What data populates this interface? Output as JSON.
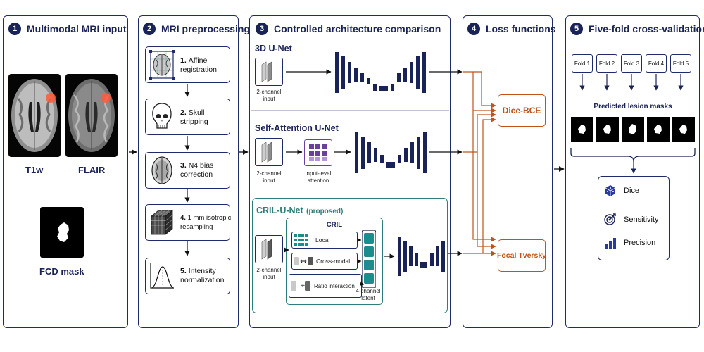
{
  "panels": {
    "p1": {
      "num": "1",
      "title": "Multimodal MRI input"
    },
    "p2": {
      "num": "2",
      "title": "MRI preprocessing"
    },
    "p3": {
      "num": "3",
      "title": "Controlled architecture comparison"
    },
    "p4": {
      "num": "4",
      "title": "Loss functions"
    },
    "p5": {
      "num": "5",
      "title": "Five-fold cross-validation"
    }
  },
  "inputs": {
    "t1w": "T1w",
    "flair": "FLAIR",
    "mask": "FCD mask"
  },
  "preprocessing": [
    {
      "num": "1.",
      "line1": "Affine",
      "line2": "registration",
      "icon": "brain-grid-icon"
    },
    {
      "num": "2.",
      "line1": "Skull",
      "line2": "stripping",
      "icon": "skull-icon"
    },
    {
      "num": "3.",
      "line1": "N4 bias",
      "line2": "correction",
      "icon": "brain-scan-icon"
    },
    {
      "num": "4.",
      "line1": "1 mm isotropic",
      "line2": "resampling",
      "icon": "voxel-cube-icon"
    },
    {
      "num": "5.",
      "line1": "Intensity",
      "line2": "normalization",
      "icon": "histogram-icon"
    }
  ],
  "architectures": {
    "unet3d": {
      "title": "3D U-Net",
      "input_line1": "2-channel",
      "input_line2": "input"
    },
    "sa_unet": {
      "title": "Self-Attention U-Net",
      "input_line1": "2-channel",
      "input_line2": "input",
      "attn_line1": "input-level",
      "attn_line2": "attention"
    },
    "cril": {
      "title": "CRIL-U-Net",
      "tag": "(proposed)",
      "input_line1": "2-channel",
      "input_line2": "input",
      "box_title": "CRIL",
      "modules": [
        "Local",
        "Cross-modal",
        "Ratio interaction"
      ],
      "latent_line1": "4-channel",
      "latent_line2": "latent"
    }
  },
  "losses": {
    "a": "Dice-BCE",
    "b": "Focal Tversky"
  },
  "cv": {
    "folds": [
      "Fold 1",
      "Fold 2",
      "Fold 3",
      "Fold 4",
      "Fold 5"
    ],
    "masks_label": "Predicted lesion masks",
    "metrics": [
      {
        "label": "Dice",
        "icon": "dice-icon"
      },
      {
        "label": "Sensitivity",
        "icon": "target-icon"
      },
      {
        "label": "Precision",
        "icon": "bar-chart-icon"
      }
    ]
  },
  "colors": {
    "navy": "#1a2357",
    "orange": "#c0531a",
    "teal": "#1d8c8c",
    "teal_border": "#2e7d7a"
  }
}
